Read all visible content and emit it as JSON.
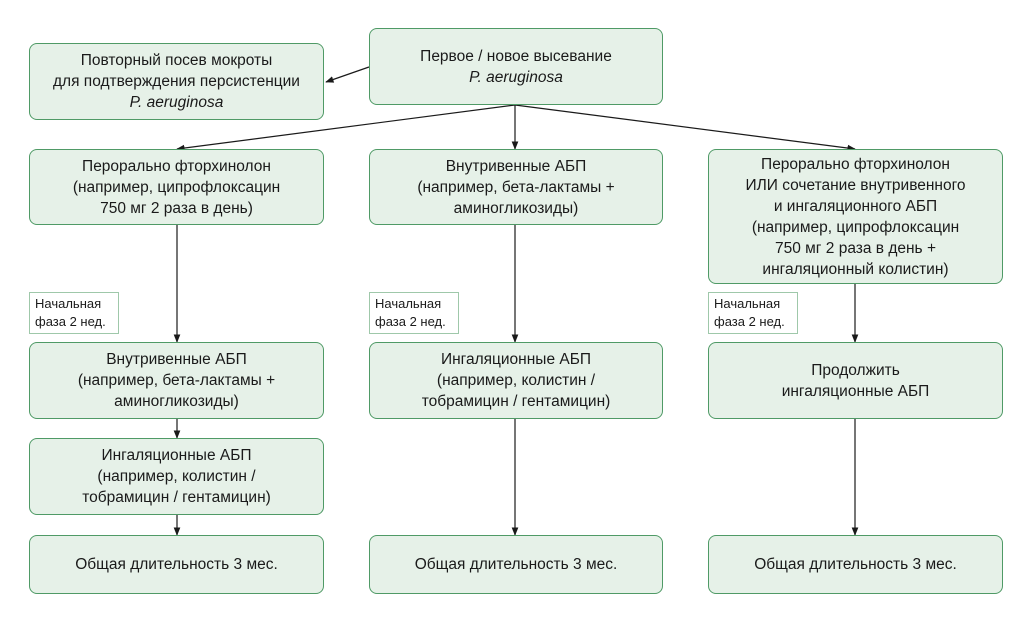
{
  "diagram": {
    "top": {
      "line1": "Первое / новое высевание",
      "line2": "P. aeruginosa"
    },
    "repeat": {
      "line1": "Повторный посев мокроты",
      "line2": "для подтверждения персистенции",
      "line3": "P. aeruginosa"
    },
    "col1": {
      "start": {
        "line1": "Перорально фторхинолон",
        "line2": "(например, ципрофлоксацин",
        "line3": "750 мг 2 раза в день)"
      },
      "note": {
        "line1": "Начальная",
        "line2": "фаза 2 нед."
      },
      "iv": {
        "line1": "Внутривенные АБП",
        "line2": "(например, бета-лактамы +",
        "line3": "аминогликозиды)"
      },
      "inh": {
        "line1": "Ингаляционные АБП",
        "line2": "(например, колистин /",
        "line3": "тобрамицин / гентамицин)"
      },
      "total": "Общая длительность 3 мес."
    },
    "col2": {
      "start": {
        "line1": "Внутривенные АБП",
        "line2": "(например, бета-лактамы +",
        "line3": "аминогликозиды)"
      },
      "note": {
        "line1": "Начальная",
        "line2": "фаза 2 нед."
      },
      "inh": {
        "line1": "Ингаляционные АБП",
        "line2": "(например, колистин /",
        "line3": "тобрамицин / гентамицин)"
      },
      "total": "Общая длительность 3 мес."
    },
    "col3": {
      "start": {
        "line1": "Перорально фторхинолон",
        "line2": "ИЛИ сочетание внутривенного",
        "line3": "и ингаляционного АБП",
        "line4": "(например, ципрофлоксацин",
        "line5": "750 мг 2 раза в день +",
        "line6": "ингаляционный колистин)"
      },
      "note": {
        "line1": "Начальная",
        "line2": "фаза 2 нед."
      },
      "cont": {
        "line1": "Продолжить",
        "line2": "ингаляционные АБП"
      },
      "total": "Общая длительность 3 мес."
    }
  }
}
